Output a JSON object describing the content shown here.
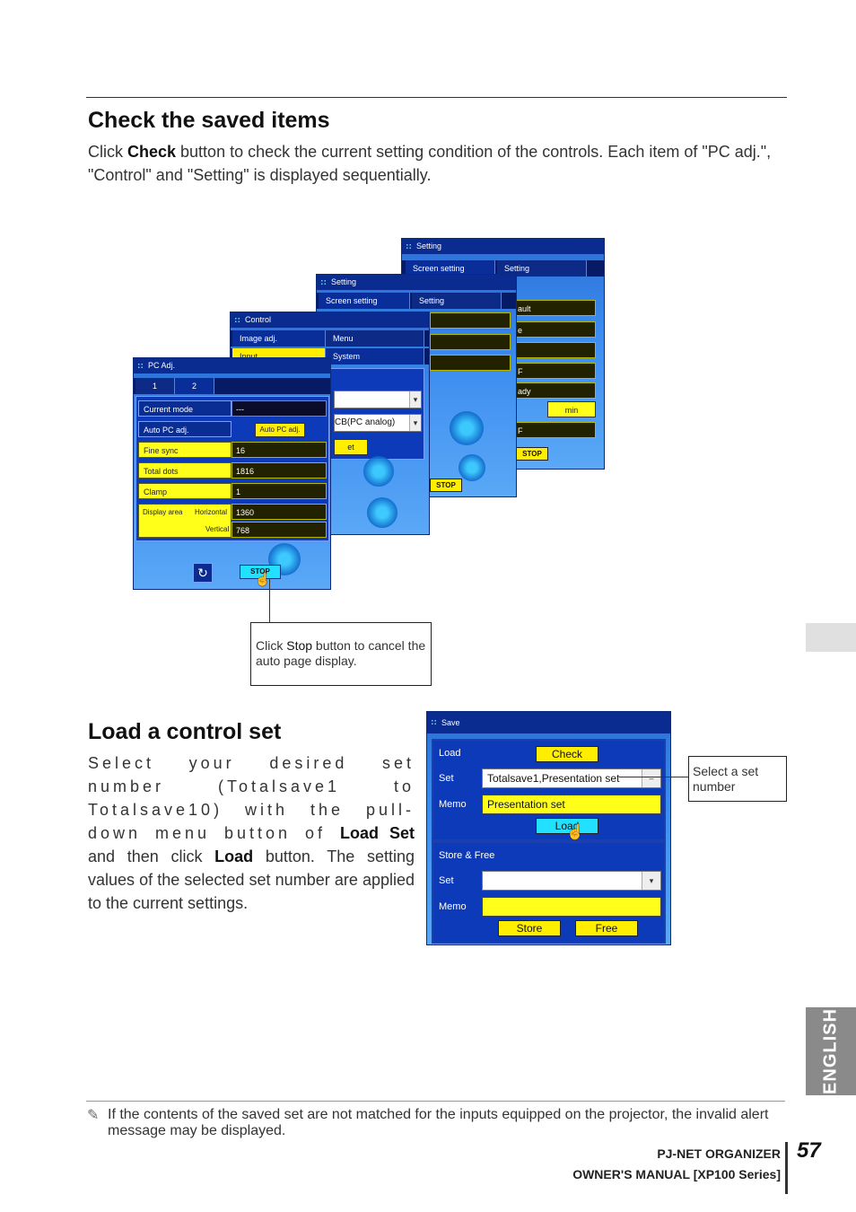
{
  "section1": {
    "heading": "Check the saved items",
    "para_part1": "Click ",
    "para_bold": "Check",
    "para_part2": " button to check the current setting condition of the controls. Each item of \"PC adj.\", \"Control\" and \"Setting\" is displayed sequentially."
  },
  "windows": {
    "setting_back": {
      "title": "Setting",
      "tab1": "Screen setting",
      "tab2": "Setting",
      "rows": [
        "ault",
        "e",
        "",
        "F",
        "ady",
        "F"
      ],
      "min_label": "min",
      "stop": "STOP"
    },
    "setting_front": {
      "title": "Setting",
      "tab1": "Screen setting",
      "tab2": "Setting",
      "stop": "STOP"
    },
    "control": {
      "title": "Control",
      "tab1": "Image adj.",
      "tab2": "Menu",
      "tab3": "Input",
      "tab4": "System",
      "input_value": "CB(PC analog)",
      "set_btn": "et"
    },
    "pc_adj": {
      "title": "PC Adj.",
      "tab1": "1",
      "tab2": "2",
      "rows": [
        {
          "label": "Current mode",
          "value": "---"
        },
        {
          "label": "Auto PC adj.",
          "value": "Auto PC adj."
        },
        {
          "label": "Fine sync",
          "value": "16"
        },
        {
          "label": "Total dots",
          "value": "1816"
        },
        {
          "label": "Clamp",
          "value": "1"
        }
      ],
      "display_area": "Display area",
      "horizontal": "Horizontal",
      "vertical": "Vertical",
      "h_value": "1360",
      "v_value": "768",
      "stop": "STOP"
    }
  },
  "callout_stop": {
    "part1": "Click ",
    "bold": "Stop",
    "part2": " button to cancel the auto page display."
  },
  "section2": {
    "heading": "Load a control set",
    "p1": "Select your desired set number (Totalsave1 to Totalsave10) with the pull-down menu button of ",
    "b1": "Load Set",
    "p2": " and then click ",
    "b2": "Load",
    "p3": " button. The setting values of the selected set number are applied to the current settings."
  },
  "save_panel": {
    "title": "Save",
    "load_section": "Load",
    "check_btn": "Check",
    "set_label": "Set",
    "set_value": "Totalsave1,Presentation set",
    "memo_label": "Memo",
    "memo_value": "Presentation set",
    "load_btn": "Load",
    "store_section": "Store & Free",
    "set_label2": "Set",
    "memo_label2": "Memo",
    "store_btn": "Store",
    "free_btn": "Free"
  },
  "callout_set": "Select a set number",
  "note": "If the contents of the saved set are not matched for the inputs equipped on the projector, the invalid alert message may be displayed.",
  "footer": {
    "line1": "PJ-NET ORGANIZER",
    "line2": "OWNER'S MANUAL [XP100 Series]",
    "page": "57"
  },
  "side_tab": "ENGLISH",
  "colors": {
    "ui_blue": "#2a6fd6",
    "ui_yellow": "#ffff1a",
    "side_tab_gray": "#8a8a8a"
  }
}
